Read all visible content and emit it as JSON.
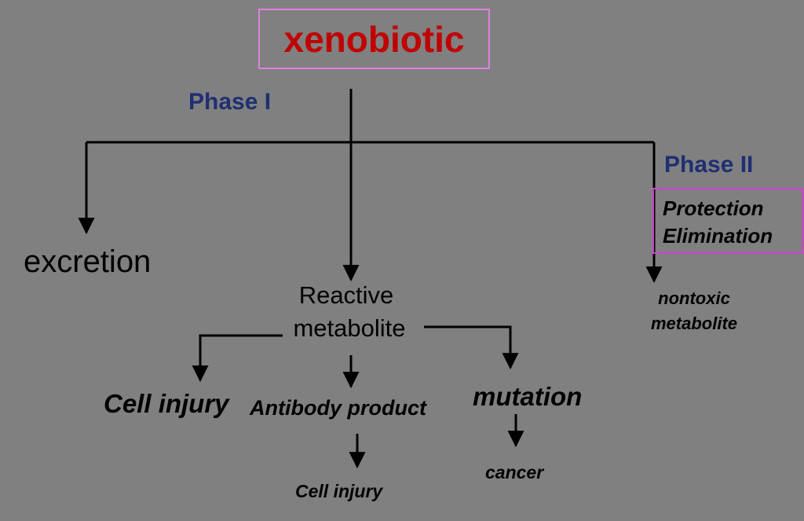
{
  "title": "xenobiotic",
  "phase1_label": "Phase I",
  "phase2_label": "Phase II",
  "phase2_box": {
    "line1": "Protection",
    "line2": "Elimination"
  },
  "excretion": "excretion",
  "reactive_metabolite": {
    "line1": "Reactive",
    "line2": "metabolite"
  },
  "nontoxic_metabolite": {
    "line1": "nontoxic",
    "line2": "metabolite"
  },
  "cell_injury": "Cell injury",
  "antibody_product": "Antibody product",
  "mutation": "mutation",
  "antibody_cell_injury": "Cell injury",
  "cancer": "cancer",
  "colors": {
    "background": "#808080",
    "title": "#c00000",
    "phase_label": "#1f2f73",
    "box_border": "#e060e0",
    "line": "#000000"
  }
}
